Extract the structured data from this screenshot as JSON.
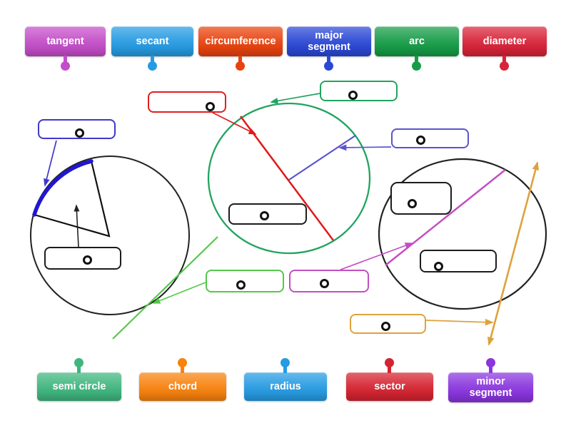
{
  "words": {
    "top": [
      {
        "label": "tangent",
        "color": "#c44ec9"
      },
      {
        "label": "secant",
        "color": "#269be2"
      },
      {
        "label": "circumference",
        "color": "#e8430e"
      },
      {
        "label": "major segment",
        "color": "#2b48d5"
      },
      {
        "label": "arc",
        "color": "#169c47"
      },
      {
        "label": "diameter",
        "color": "#d82438"
      }
    ],
    "bottom": [
      {
        "label": "semi circle",
        "color": "#3fb67e"
      },
      {
        "label": "chord",
        "color": "#f8820e"
      },
      {
        "label": "radius",
        "color": "#269be2"
      },
      {
        "label": "sector",
        "color": "#d52430"
      },
      {
        "label": "minor segment",
        "color": "#8a35de"
      }
    ]
  },
  "diagram": {
    "drop_boxes": [
      {
        "id": "blue-left",
        "outline": "#4038c8"
      },
      {
        "id": "red-top",
        "outline": "#df1f1f"
      },
      {
        "id": "green-top",
        "outline": "#21a45f"
      },
      {
        "id": "slate-right",
        "outline": "#5b54ce"
      },
      {
        "id": "black-left-circle",
        "outline": "#1c1c1c"
      },
      {
        "id": "black-middle-circle",
        "outline": "#1c1c1c"
      },
      {
        "id": "light-green-bottom",
        "outline": "#54c84b"
      },
      {
        "id": "magenta-bottom",
        "outline": "#c24fc2"
      },
      {
        "id": "black-right-upper",
        "outline": "#1c1c1c"
      },
      {
        "id": "black-right-lower",
        "outline": "#1c1c1c"
      },
      {
        "id": "orange-bottom",
        "outline": "#dfa23b"
      }
    ],
    "line_colors": {
      "arc_highlight": "#2017cf",
      "diameter_line": "#e11919",
      "radius_line": "#5b54ce",
      "tangent_line": "#54c84b",
      "chord_line": "#c24fc2",
      "secant_line": "#dfa23b",
      "middle_circle": "#21a45f",
      "black_circles": "#222222"
    }
  }
}
